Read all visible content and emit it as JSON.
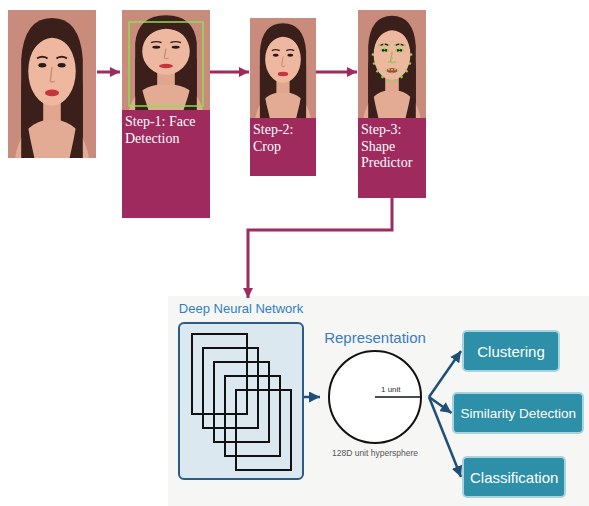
{
  "diagram": {
    "nodes": [
      {
        "text": [
          "Step-1: Face Detection"
        ]
      },
      {
        "text": [
          "Step-2: Crop"
        ]
      },
      {
        "text": [
          "Step-3: Shape Predictor"
        ]
      },
      {
        "text": [
          "Deep Neural Network"
        ]
      },
      {
        "text": [
          "Representation",
          "1 unit",
          "128D unit hypersphere"
        ]
      },
      {
        "text": [
          "Clustering"
        ]
      },
      {
        "text": [
          "Similarity Detection"
        ]
      },
      {
        "text": [
          "Classification"
        ]
      }
    ],
    "edges": [
      {
        "from": 0,
        "to": 1,
        "arrow": "to"
      },
      {
        "from": 1,
        "to": 2,
        "arrow": "to"
      },
      {
        "from": 2,
        "to": 3,
        "arrow": "to"
      },
      {
        "from": 3,
        "to": 4,
        "arrow": "to"
      },
      {
        "from": 4,
        "to": 5,
        "arrow": "to"
      },
      {
        "from": 4,
        "to": 6,
        "arrow": "to"
      },
      {
        "from": 4,
        "to": 7,
        "arrow": "to"
      }
    ]
  }
}
